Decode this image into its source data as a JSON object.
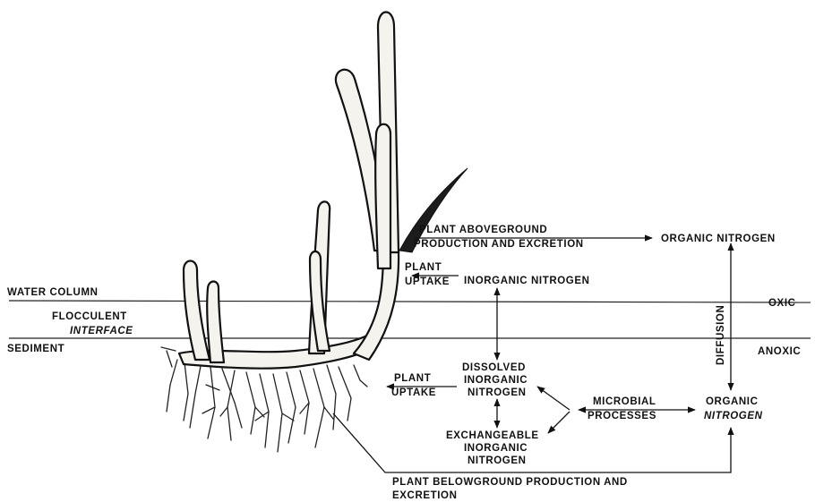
{
  "labels": {
    "plant_aboveground": [
      "PLANT ABOVEGROUND",
      "PRODUCTION AND EXCRETION"
    ],
    "organic_nitrogen_top": "ORGANIC NITROGEN",
    "plant_uptake_top": [
      "PLANT",
      "UPTAKE"
    ],
    "inorganic_nitrogen": "INORGANIC NITROGEN",
    "water_column": "WATER COLUMN",
    "flocculent_interface": [
      "FLOCCULENT",
      "INTERFACE"
    ],
    "sediment": "SEDIMENT",
    "diffusion": "DIFFUSION",
    "oxic": "OXIC",
    "anoxic": "ANOXIC",
    "plant_uptake_bottom": [
      "PLANT",
      "UPTAKE"
    ],
    "dissolved_inorganic_nitrogen": [
      "DISSOLVED",
      "INORGANIC",
      "NITROGEN"
    ],
    "microbial_processes": [
      "MICROBIAL",
      "PROCESSES"
    ],
    "organic_nitrogen_bottom": [
      "ORGANIC",
      "NITROGEN"
    ],
    "exchangeable_inorganic_nitrogen": [
      "EXCHANGEABLE",
      "INORGANIC",
      "NITROGEN"
    ],
    "plant_belowground": [
      "PLANT BELOWGROUND PRODUCTION AND",
      "EXCRETION"
    ]
  }
}
